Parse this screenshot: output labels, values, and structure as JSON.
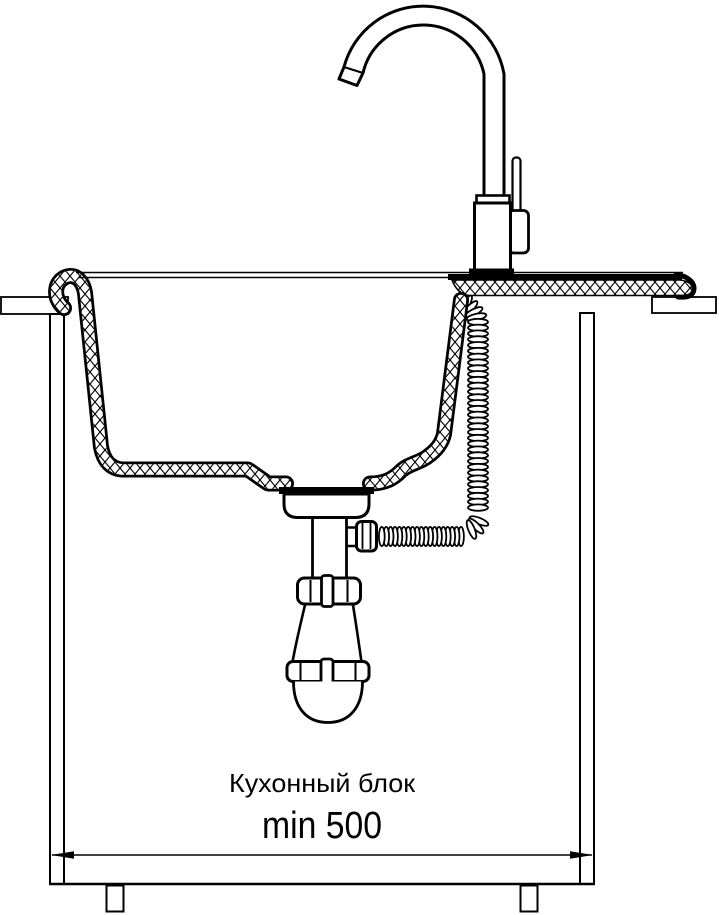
{
  "labels": {
    "cabinet_unit": "Кухонный блок",
    "min_width": "min 500"
  },
  "dimension": {
    "measured_object": "cabinet interior width",
    "constraint": "min",
    "value": 500
  },
  "colors": {
    "line": "#000000",
    "background": "#ffffff"
  }
}
